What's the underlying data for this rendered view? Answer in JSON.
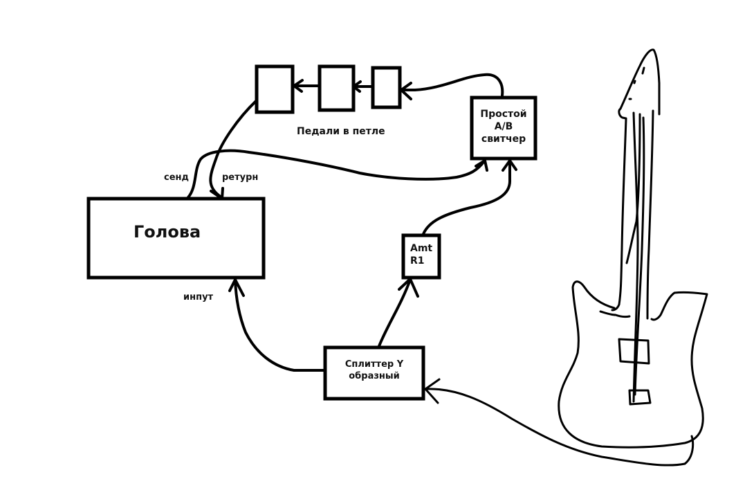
{
  "diagram": {
    "title": "Guitar signal chain (4-cable method) sketch",
    "colors": {
      "stroke": "#000000",
      "background": "#ffffff",
      "text": "#111111"
    },
    "nodes": {
      "head": {
        "label": "Голова"
      },
      "loop_pedals": {
        "label": "Педали в петле",
        "count": 3
      },
      "ab_switch": {
        "line1": "Простой",
        "line2": "A/B",
        "line3": "свитчер"
      },
      "amt": {
        "line1": "Amt",
        "line2": "R1"
      },
      "splitter": {
        "line1": "Сплиттер Y",
        "line2": "образный"
      },
      "guitar": {
        "label": "guitar-drawing"
      }
    },
    "ports": {
      "send": "сенд",
      "return": "ретурн",
      "input": "инпут"
    },
    "edges": [
      {
        "from": "guitar",
        "to": "splitter"
      },
      {
        "from": "splitter",
        "to": "head.input"
      },
      {
        "from": "splitter",
        "to": "amt"
      },
      {
        "from": "amt",
        "to": "ab_switch"
      },
      {
        "from": "head.send",
        "to": "ab_switch"
      },
      {
        "from": "ab_switch",
        "to": "pedal_3"
      },
      {
        "from": "pedal_3",
        "to": "pedal_2"
      },
      {
        "from": "pedal_2",
        "to": "pedal_1"
      },
      {
        "from": "pedal_1",
        "to": "head.return"
      }
    ]
  }
}
